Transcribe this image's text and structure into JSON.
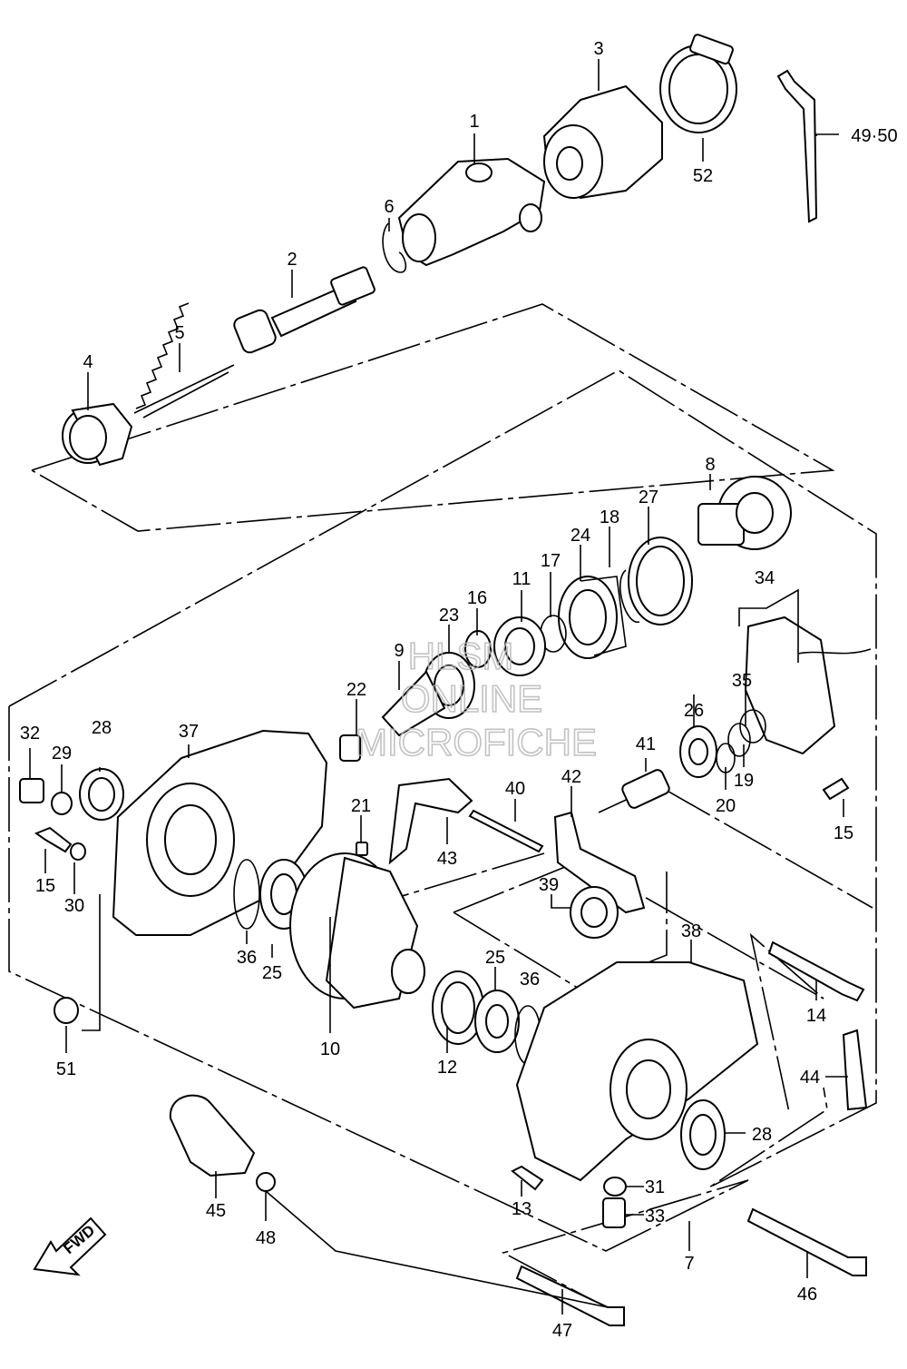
{
  "diagram": {
    "watermark": {
      "line1": "HLSM",
      "line2": "ONLINE",
      "line3": "MICROFICHE"
    },
    "fwd_label": "FWD",
    "callouts": [
      {
        "id": "1",
        "text": "1"
      },
      {
        "id": "2",
        "text": "2"
      },
      {
        "id": "3",
        "text": "3"
      },
      {
        "id": "4",
        "text": "4"
      },
      {
        "id": "5",
        "text": "5"
      },
      {
        "id": "6",
        "text": "6"
      },
      {
        "id": "7",
        "text": "7"
      },
      {
        "id": "8",
        "text": "8"
      },
      {
        "id": "9",
        "text": "9"
      },
      {
        "id": "10",
        "text": "10"
      },
      {
        "id": "11",
        "text": "11"
      },
      {
        "id": "12",
        "text": "12"
      },
      {
        "id": "13",
        "text": "13"
      },
      {
        "id": "14",
        "text": "14"
      },
      {
        "id": "15a",
        "text": "15"
      },
      {
        "id": "15b",
        "text": "15"
      },
      {
        "id": "16",
        "text": "16"
      },
      {
        "id": "17",
        "text": "17"
      },
      {
        "id": "18",
        "text": "18"
      },
      {
        "id": "19",
        "text": "19"
      },
      {
        "id": "20",
        "text": "20"
      },
      {
        "id": "21",
        "text": "21"
      },
      {
        "id": "22",
        "text": "22"
      },
      {
        "id": "23",
        "text": "23"
      },
      {
        "id": "24",
        "text": "24"
      },
      {
        "id": "25a",
        "text": "25"
      },
      {
        "id": "25b",
        "text": "25"
      },
      {
        "id": "26",
        "text": "26"
      },
      {
        "id": "27",
        "text": "27"
      },
      {
        "id": "28a",
        "text": "28"
      },
      {
        "id": "28b",
        "text": "28"
      },
      {
        "id": "29",
        "text": "29"
      },
      {
        "id": "30",
        "text": "30"
      },
      {
        "id": "31",
        "text": "31"
      },
      {
        "id": "32",
        "text": "32"
      },
      {
        "id": "33",
        "text": "33"
      },
      {
        "id": "34",
        "text": "34"
      },
      {
        "id": "35",
        "text": "35"
      },
      {
        "id": "36a",
        "text": "36"
      },
      {
        "id": "36b",
        "text": "36"
      },
      {
        "id": "37",
        "text": "37"
      },
      {
        "id": "38",
        "text": "38"
      },
      {
        "id": "39",
        "text": "39"
      },
      {
        "id": "40",
        "text": "40"
      },
      {
        "id": "41",
        "text": "41"
      },
      {
        "id": "42",
        "text": "42"
      },
      {
        "id": "43",
        "text": "43"
      },
      {
        "id": "44",
        "text": "44"
      },
      {
        "id": "45",
        "text": "45"
      },
      {
        "id": "46",
        "text": "46"
      },
      {
        "id": "47",
        "text": "47"
      },
      {
        "id": "48",
        "text": "48"
      },
      {
        "id": "4950",
        "text": "49·50"
      },
      {
        "id": "51",
        "text": "51"
      },
      {
        "id": "52",
        "text": "52"
      }
    ]
  }
}
